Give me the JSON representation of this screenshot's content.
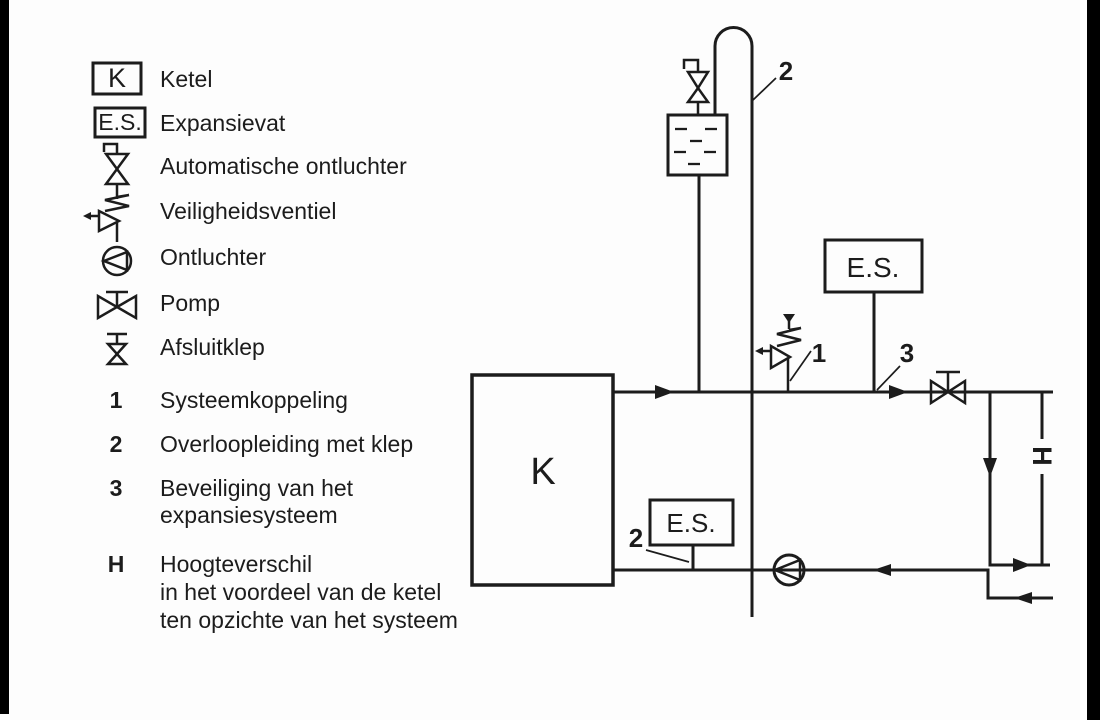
{
  "colors": {
    "line": "#1c1c1c",
    "background": "#fdfdfd",
    "border_bar": "#000000"
  },
  "legend": {
    "items": [
      {
        "key": "K",
        "label": "Ketel"
      },
      {
        "key": "E.S.",
        "label": "Expansievat"
      },
      {
        "icon": "automatic-air-vent",
        "label": "Automatische ontluchter"
      },
      {
        "icon": "safety-valve",
        "label": "Veiligheidsventiel"
      },
      {
        "icon": "air-vent",
        "label": "Ontluchter"
      },
      {
        "icon": "pump",
        "label": "Pomp"
      },
      {
        "icon": "shutoff-valve",
        "label": "Afsluitklep"
      },
      {
        "key": "1",
        "label": "Systeemkoppeling"
      },
      {
        "key": "2",
        "label": "Overloopleiding met klep"
      },
      {
        "key": "3",
        "label": "Beveiliging van het",
        "label2": "expansiesysteem"
      },
      {
        "key": "H",
        "label": "Hoogteverschil",
        "label2": "in het voordeel van de ketel",
        "label3": "ten opzichte van het systeem"
      }
    ]
  },
  "schematic": {
    "boiler_label": "K",
    "expansion_vessel_top_label": "E.S.",
    "expansion_vessel_bottom_label": "E.S.",
    "callout_overflow_top": "2",
    "callout_system_coupling": "1",
    "callout_expansion_protection": "3",
    "callout_overflow_bottom": "2",
    "callout_height": "H"
  }
}
